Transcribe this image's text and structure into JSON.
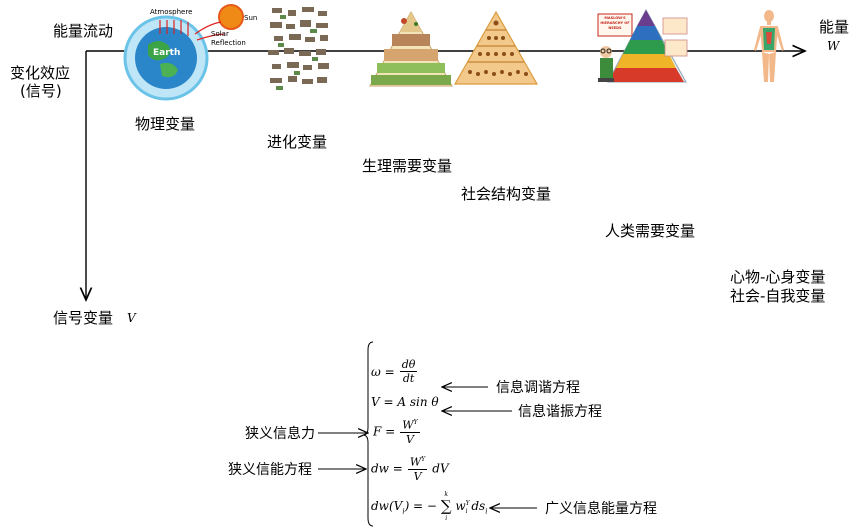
{
  "axes": {
    "energy_flow": "能量流动",
    "energy_top": "能量",
    "energy_symbol": "W",
    "change_effect": "变化效应",
    "signal_paren": "(信号)",
    "signal_variable": "信号变量",
    "signal_symbol": "V"
  },
  "images": {
    "earth_sun": {
      "atmosphere": "Atmosphere",
      "sun": "Sun",
      "solar": "Solar",
      "reflection": "Reflection",
      "earth": "Earth"
    },
    "maslow": {
      "title": "MASLOW'S HIERARCHY OF NEEDS"
    }
  },
  "stages": [
    {
      "id": "physical",
      "label": "物理变量"
    },
    {
      "id": "evolution",
      "label": "进化变量"
    },
    {
      "id": "physiological",
      "label": "生理需要变量"
    },
    {
      "id": "social_structure",
      "label": "社会结构变量"
    },
    {
      "id": "human_needs",
      "label": "人类需要变量"
    },
    {
      "id": "mind_body",
      "label": "心物-心身变量"
    },
    {
      "id": "social_self",
      "label": "社会-自我变量"
    }
  ],
  "equations": {
    "omega_lhs": "ω =",
    "omega_num": "dθ",
    "omega_den": "dt",
    "v_eq": "V = A sin θ",
    "f_lhs": "F =",
    "f_num": "W",
    "f_num_sup": "Y",
    "f_den": "V",
    "dw_lhs": "dw =",
    "dw_num": "W",
    "dw_num_sup": "Y",
    "dw_den": "V",
    "dw_tail": "dV",
    "gen_lhs": "dw(V",
    "gen_lhs_sub": "i",
    "gen_lhs_close": ") = −",
    "gen_sum": "∑",
    "gen_sum_top": "k",
    "gen_sum_bottom": "i",
    "gen_w": "w",
    "gen_w_sup": "Y",
    "gen_w_sub": "i",
    "gen_ds": "ds",
    "gen_ds_sub": "i"
  },
  "annotations": {
    "signal_tuning": "信息调谐方程",
    "signal_resonance": "信息谐振方程",
    "narrow_force": "狭义信息力",
    "narrow_energy": "狭义信能方程",
    "general_energy": "广义信息能量方程"
  }
}
